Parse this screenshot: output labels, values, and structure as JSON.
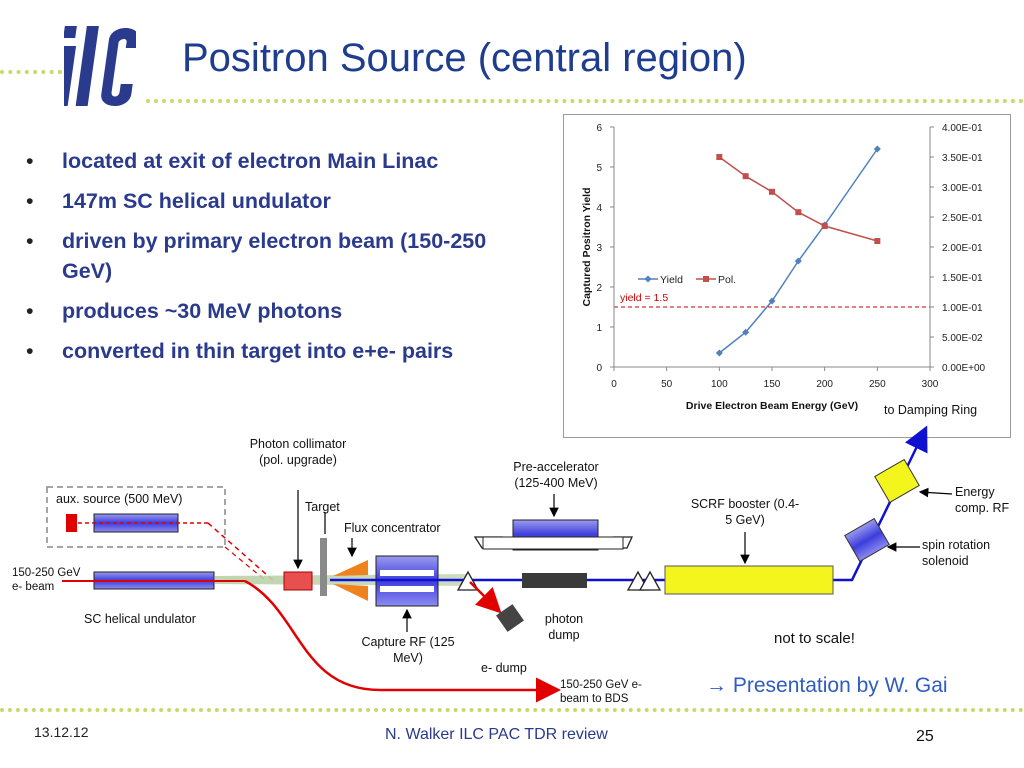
{
  "slide": {
    "title": "Positron Source (central region)",
    "logo_text": "ilc",
    "bullets": [
      {
        "text": "located at exit of electron Main Linac"
      },
      {
        "text": "147m SC helical undulator"
      },
      {
        "text": "driven by primary electron beam (150-250 GeV)"
      },
      {
        "text": "produces ~30 MeV photons"
      },
      {
        "text": "converted in thin target into e+e- pairs"
      }
    ],
    "bullet_symbol": "•"
  },
  "chart_data": {
    "type": "line",
    "x": [
      100,
      125,
      150,
      175,
      200,
      250
    ],
    "series": [
      {
        "name": "Yield",
        "axis": "left",
        "color": "#4f81bd",
        "values": [
          0.35,
          0.87,
          1.65,
          2.65,
          3.55,
          5.45
        ]
      },
      {
        "name": "Pol.",
        "axis": "right",
        "color": "#c0504d",
        "values": [
          0.35,
          0.318,
          0.292,
          0.258,
          0.235,
          0.21
        ]
      }
    ],
    "xlabel": "Drive Electron Beam Energy (GeV)",
    "ylabel": "Captured Positron Yield",
    "xlim": [
      0,
      300
    ],
    "xticks": [
      "0",
      "50",
      "100",
      "150",
      "200",
      "250",
      "300"
    ],
    "ylim": [
      0,
      6
    ],
    "yticks": [
      "0",
      "1",
      "2",
      "3",
      "4",
      "5",
      "6"
    ],
    "y2lim": [
      0,
      0.4
    ],
    "y2ticks": [
      "0.00E+00",
      "5.00E-02",
      "1.00E-01",
      "1.50E-01",
      "2.00E-01",
      "2.50E-01",
      "3.00E-01",
      "3.50E-01",
      "4.00E-01"
    ],
    "reference_line": {
      "y": 1.5,
      "label": "yield = 1.5",
      "color": "#cc0000"
    },
    "legend_position": "left"
  },
  "diagram": {
    "photon_collimator": "Photon collimator (pol. upgrade)",
    "aux_source": "aux. source (500 MeV)",
    "target": "Target",
    "flux_concentrator": "Flux concentrator",
    "pre_accelerator": "Pre-accelerator (125-400 MeV)",
    "scrf_booster": "SCRF booster (0.4-5 GeV)",
    "to_damping_ring": "to Damping Ring",
    "energy_comp_rf": "Energy comp. RF",
    "spin_rotation": "spin rotation solenoid",
    "beam_in": "150-250 GeV e- beam",
    "sc_undulator": "SC helical undulator",
    "capture_rf": "Capture RF (125 MeV)",
    "photon_dump": "photon dump",
    "e_dump": "e- dump",
    "beam_out": "150-250 GeV e- beam to BDS",
    "not_to_scale": "not to scale!",
    "presentation": "→ Presentation by W. Gai"
  },
  "footer": {
    "date": "13.12.12",
    "center": "N. Walker ILC PAC TDR review",
    "page": "25"
  }
}
